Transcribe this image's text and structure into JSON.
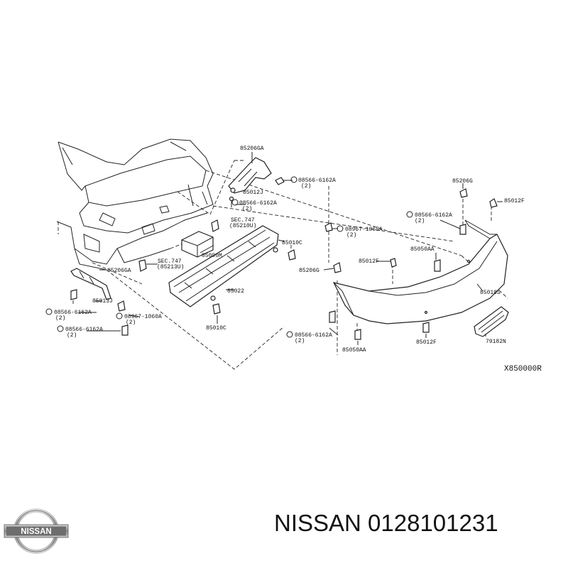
{
  "diagram": {
    "labels": {
      "p85206GA": "85206GA",
      "b08566_1": "08566-6162A",
      "q2_1": "(2)",
      "p85012J_top": "85012J",
      "b08566_2": "08566-6162A",
      "q2_2": "(2)",
      "sec747_a": "SEC.747",
      "sec747_a_ref": "(85210U)",
      "p85010C_top": "85010C",
      "n08967": "08967-1065A",
      "q2_3": "(2)",
      "p85206G": "85206G",
      "p85012F_r": "85012F",
      "b08566_3": "08566-6162A",
      "q2_4": "(2)",
      "p85050AA_r": "85050AA",
      "p85090M": "85090M",
      "sec747_b": "SEC.747",
      "sec747_b_ref": "(85213U)",
      "p85206GA_l": "85206GA",
      "p85206G_c": "85206G",
      "p85012F_c": "85012F",
      "p85013J": "85013J",
      "p85022": "85022",
      "b08566_4": "08566-6162A",
      "q2_5": "(2)",
      "n08967b": "08967-1060A",
      "q2_6": "(2)",
      "b08566_5": "08566-6162A",
      "q2_7": "(2)",
      "p85010C_b": "85010C",
      "p85010S": "85010S",
      "b08566_6": "08566-6162A",
      "q2_8": "(2)",
      "p85012F_b": "85012F",
      "p85050AA_b": "85050AA",
      "p79182N": "79182N",
      "drawing_code": "X850000R"
    }
  },
  "brand": {
    "logo_text": "NISSAN",
    "caption": "NISSAN 0128101231"
  }
}
